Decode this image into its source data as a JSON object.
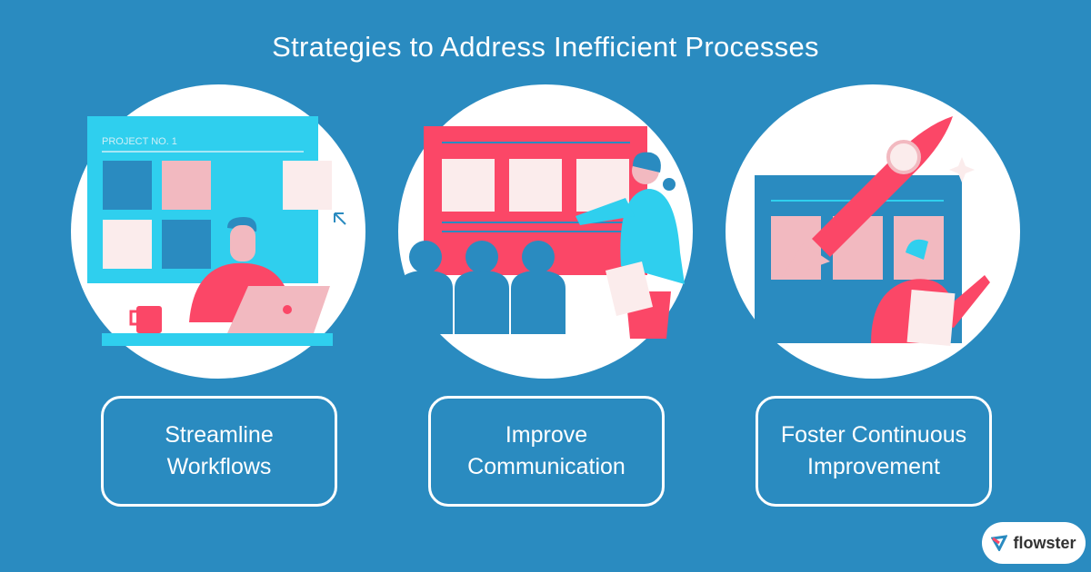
{
  "title": "Strategies to Address Inefficient Processes",
  "strategies": [
    {
      "label": "Streamline\nWorkflows",
      "illustration_text": "PROJECT NO. 1"
    },
    {
      "label": "Improve\nCommunication"
    },
    {
      "label": "Foster Continuous\nImprovement"
    }
  ],
  "brand": {
    "name": "flowster"
  },
  "colors": {
    "background": "#2a8bc0",
    "cyan": "#2fcfee",
    "red": "#fb4767",
    "pink": "#f2b9c0",
    "cream": "#fbecec",
    "blue": "#2a8bc0"
  }
}
